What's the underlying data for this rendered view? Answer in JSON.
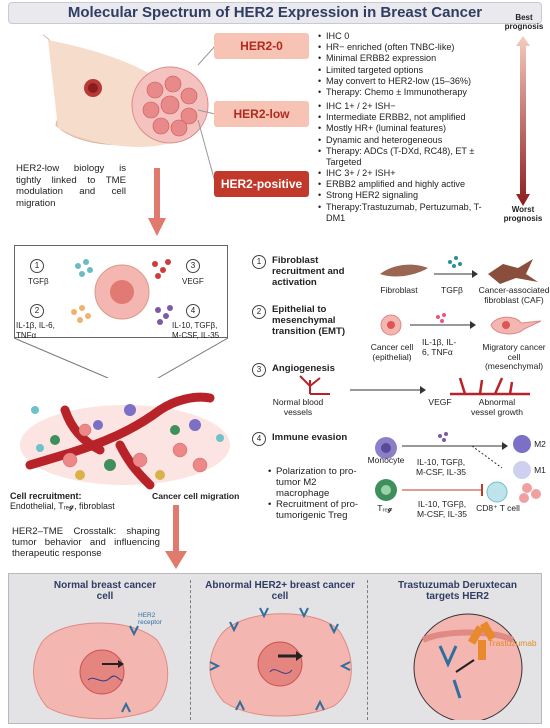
{
  "title": "Molecular Spectrum of HER2 Expression in Breast Cancer",
  "prognosis": {
    "best": "Best prognosis",
    "worst": "Worst prognosis"
  },
  "tiers": [
    {
      "label": "HER2-0",
      "items": [
        "IHC 0",
        "HR− enriched (often TNBC-like)",
        "Minimal ERBB2 expression",
        "Limited targeted options",
        "May convert to HER2-low (15–36%)",
        "Therapy: Chemo ± Immunotherapy"
      ]
    },
    {
      "label": "HER2-low",
      "items": [
        "IHC 1+ / 2+ ISH−",
        "Intermediate ERBB2, not amplified",
        "Mostly HR+ (luminal features)",
        "Dynamic and heterogeneous",
        "Therapy: ADCs (T-DXd, RC48), ET ± Targeted"
      ]
    },
    {
      "label": "HER2-positive",
      "items": [
        "IHC 3+ / 2+ ISH+",
        "ERBB2 amplified and highly active",
        "Strong HER2 signaling",
        "Therapy:Trastuzumab, Pertuzumab, T-DM1"
      ]
    }
  ],
  "side_note": "HER2-low biology is tightly linked to TME modulation and cell migration",
  "inset": {
    "q1_num": "1",
    "q1_label": "TGFβ",
    "q2_num": "2",
    "q2_label": "IL-1β, IL-6, TNFα",
    "q3_num": "3",
    "q3_label": "VEGF",
    "q4_num": "4",
    "q4_label": "IL-10, TGFβ, M-CSF, IL-35"
  },
  "tme": {
    "cell_recruitment": "Cell recruitment:",
    "cell_recruitment_detail": "Endothelial, Tᵣₑ𝓰, fibroblast",
    "cancer_migration": "Cancer cell migration",
    "crosstalk": "HER2–TME Crosstalk: shaping tumor behavior and influencing therapeutic response"
  },
  "mechanisms": {
    "m1": {
      "num": "1",
      "title": "Fibroblast recruitment and activation",
      "from": "Fibroblast",
      "signal": "TGFβ",
      "to": "Cancer-associated fibroblast (CAF)"
    },
    "m2": {
      "num": "2",
      "title": "Epithelial to mesenchymal transition (EMT)",
      "from": "Cancer cell (epithelial)",
      "signal": "IL-1β, IL-6, TNFα",
      "to": "Migratory cancer cell (mesenchymal)"
    },
    "m3": {
      "num": "3",
      "title": "Angiogenesis",
      "from": "Normal blood vessels",
      "signal": "VEGF",
      "to": "Abnormal vessel growth"
    },
    "m4": {
      "num": "4",
      "title": "Immune evasion",
      "monocyte": "Monocyte",
      "signal_a": "IL-10, TGFβ, M-CSF, IL-35",
      "m2": "M2",
      "m1": "M1",
      "bullets": [
        "Polarization to pro-tumor M2 macrophage",
        "Recruitment of pro-tumorigenic Treg"
      ],
      "treg": "Tᵣₑ𝓰",
      "signal_b": "IL-10, TGFβ, M-CSF, IL-35",
      "cd8": "CD8⁺ T cell"
    }
  },
  "bottom": {
    "p1": {
      "title": "Normal breast cancer cell",
      "receptor": "HER2 receptor"
    },
    "p2": {
      "title": "Abnormal HER2+ breast cancer cell"
    },
    "p3": {
      "title": "Trastuzumab Deruxtecan targets HER2",
      "drug": "Trastuzumab"
    }
  },
  "colors": {
    "accent": "#c1392b",
    "tag_light": "#f6c3b5",
    "navy": "#2f3d63",
    "cell_pink": "#f4b6b0"
  }
}
